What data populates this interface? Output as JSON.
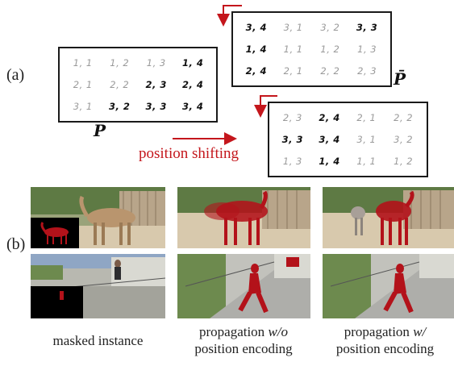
{
  "labels": {
    "a": "(a)",
    "b": "(b)"
  },
  "matrices": {
    "P": {
      "name": "P",
      "cells": [
        {
          "t": "1, 1",
          "dark": false
        },
        {
          "t": "1, 2",
          "dark": false
        },
        {
          "t": "1, 3",
          "dark": false
        },
        {
          "t": "1, 4",
          "dark": true
        },
        {
          "t": "2, 1",
          "dark": false
        },
        {
          "t": "2, 2",
          "dark": false
        },
        {
          "t": "2, 3",
          "dark": true
        },
        {
          "t": "2, 4",
          "dark": true
        },
        {
          "t": "3, 1",
          "dark": false
        },
        {
          "t": "3, 2",
          "dark": true
        },
        {
          "t": "3, 3",
          "dark": true
        },
        {
          "t": "3, 4",
          "dark": true
        }
      ]
    },
    "P_bar": {
      "name": "P̄",
      "cells": [
        {
          "t": "3, 4",
          "dark": true
        },
        {
          "t": "3, 1",
          "dark": false
        },
        {
          "t": "3, 2",
          "dark": false
        },
        {
          "t": "3, 3",
          "dark": true
        },
        {
          "t": "1, 4",
          "dark": true
        },
        {
          "t": "1, 1",
          "dark": false
        },
        {
          "t": "1, 2",
          "dark": false
        },
        {
          "t": "1, 3",
          "dark": false
        },
        {
          "t": "2, 4",
          "dark": true
        },
        {
          "t": "2, 1",
          "dark": false
        },
        {
          "t": "2, 2",
          "dark": false
        },
        {
          "t": "2, 3",
          "dark": false
        }
      ]
    },
    "P_shift": {
      "cells": [
        {
          "t": "2, 3",
          "dark": false
        },
        {
          "t": "2, 4",
          "dark": true
        },
        {
          "t": "2, 1",
          "dark": false
        },
        {
          "t": "2, 2",
          "dark": false
        },
        {
          "t": "3, 3",
          "dark": true
        },
        {
          "t": "3, 4",
          "dark": true
        },
        {
          "t": "3, 1",
          "dark": false
        },
        {
          "t": "3, 2",
          "dark": false
        },
        {
          "t": "1, 3",
          "dark": false
        },
        {
          "t": "1, 4",
          "dark": true
        },
        {
          "t": "1, 1",
          "dark": false
        },
        {
          "t": "1, 2",
          "dark": false
        }
      ]
    }
  },
  "position_shifting_label": "position shifting",
  "captions": {
    "col1": "masked instance",
    "col2_line1_pre": "propagation ",
    "col2_line1_em": "w/o",
    "col2_line2": "position encoding",
    "col3_line1_pre": "propagation ",
    "col3_line1_em": "w/",
    "col3_line2": "position encoding"
  },
  "colors": {
    "arrow_red": "#c4161c",
    "mask_red": "#b3121a",
    "border": "#1a1a1a"
  }
}
